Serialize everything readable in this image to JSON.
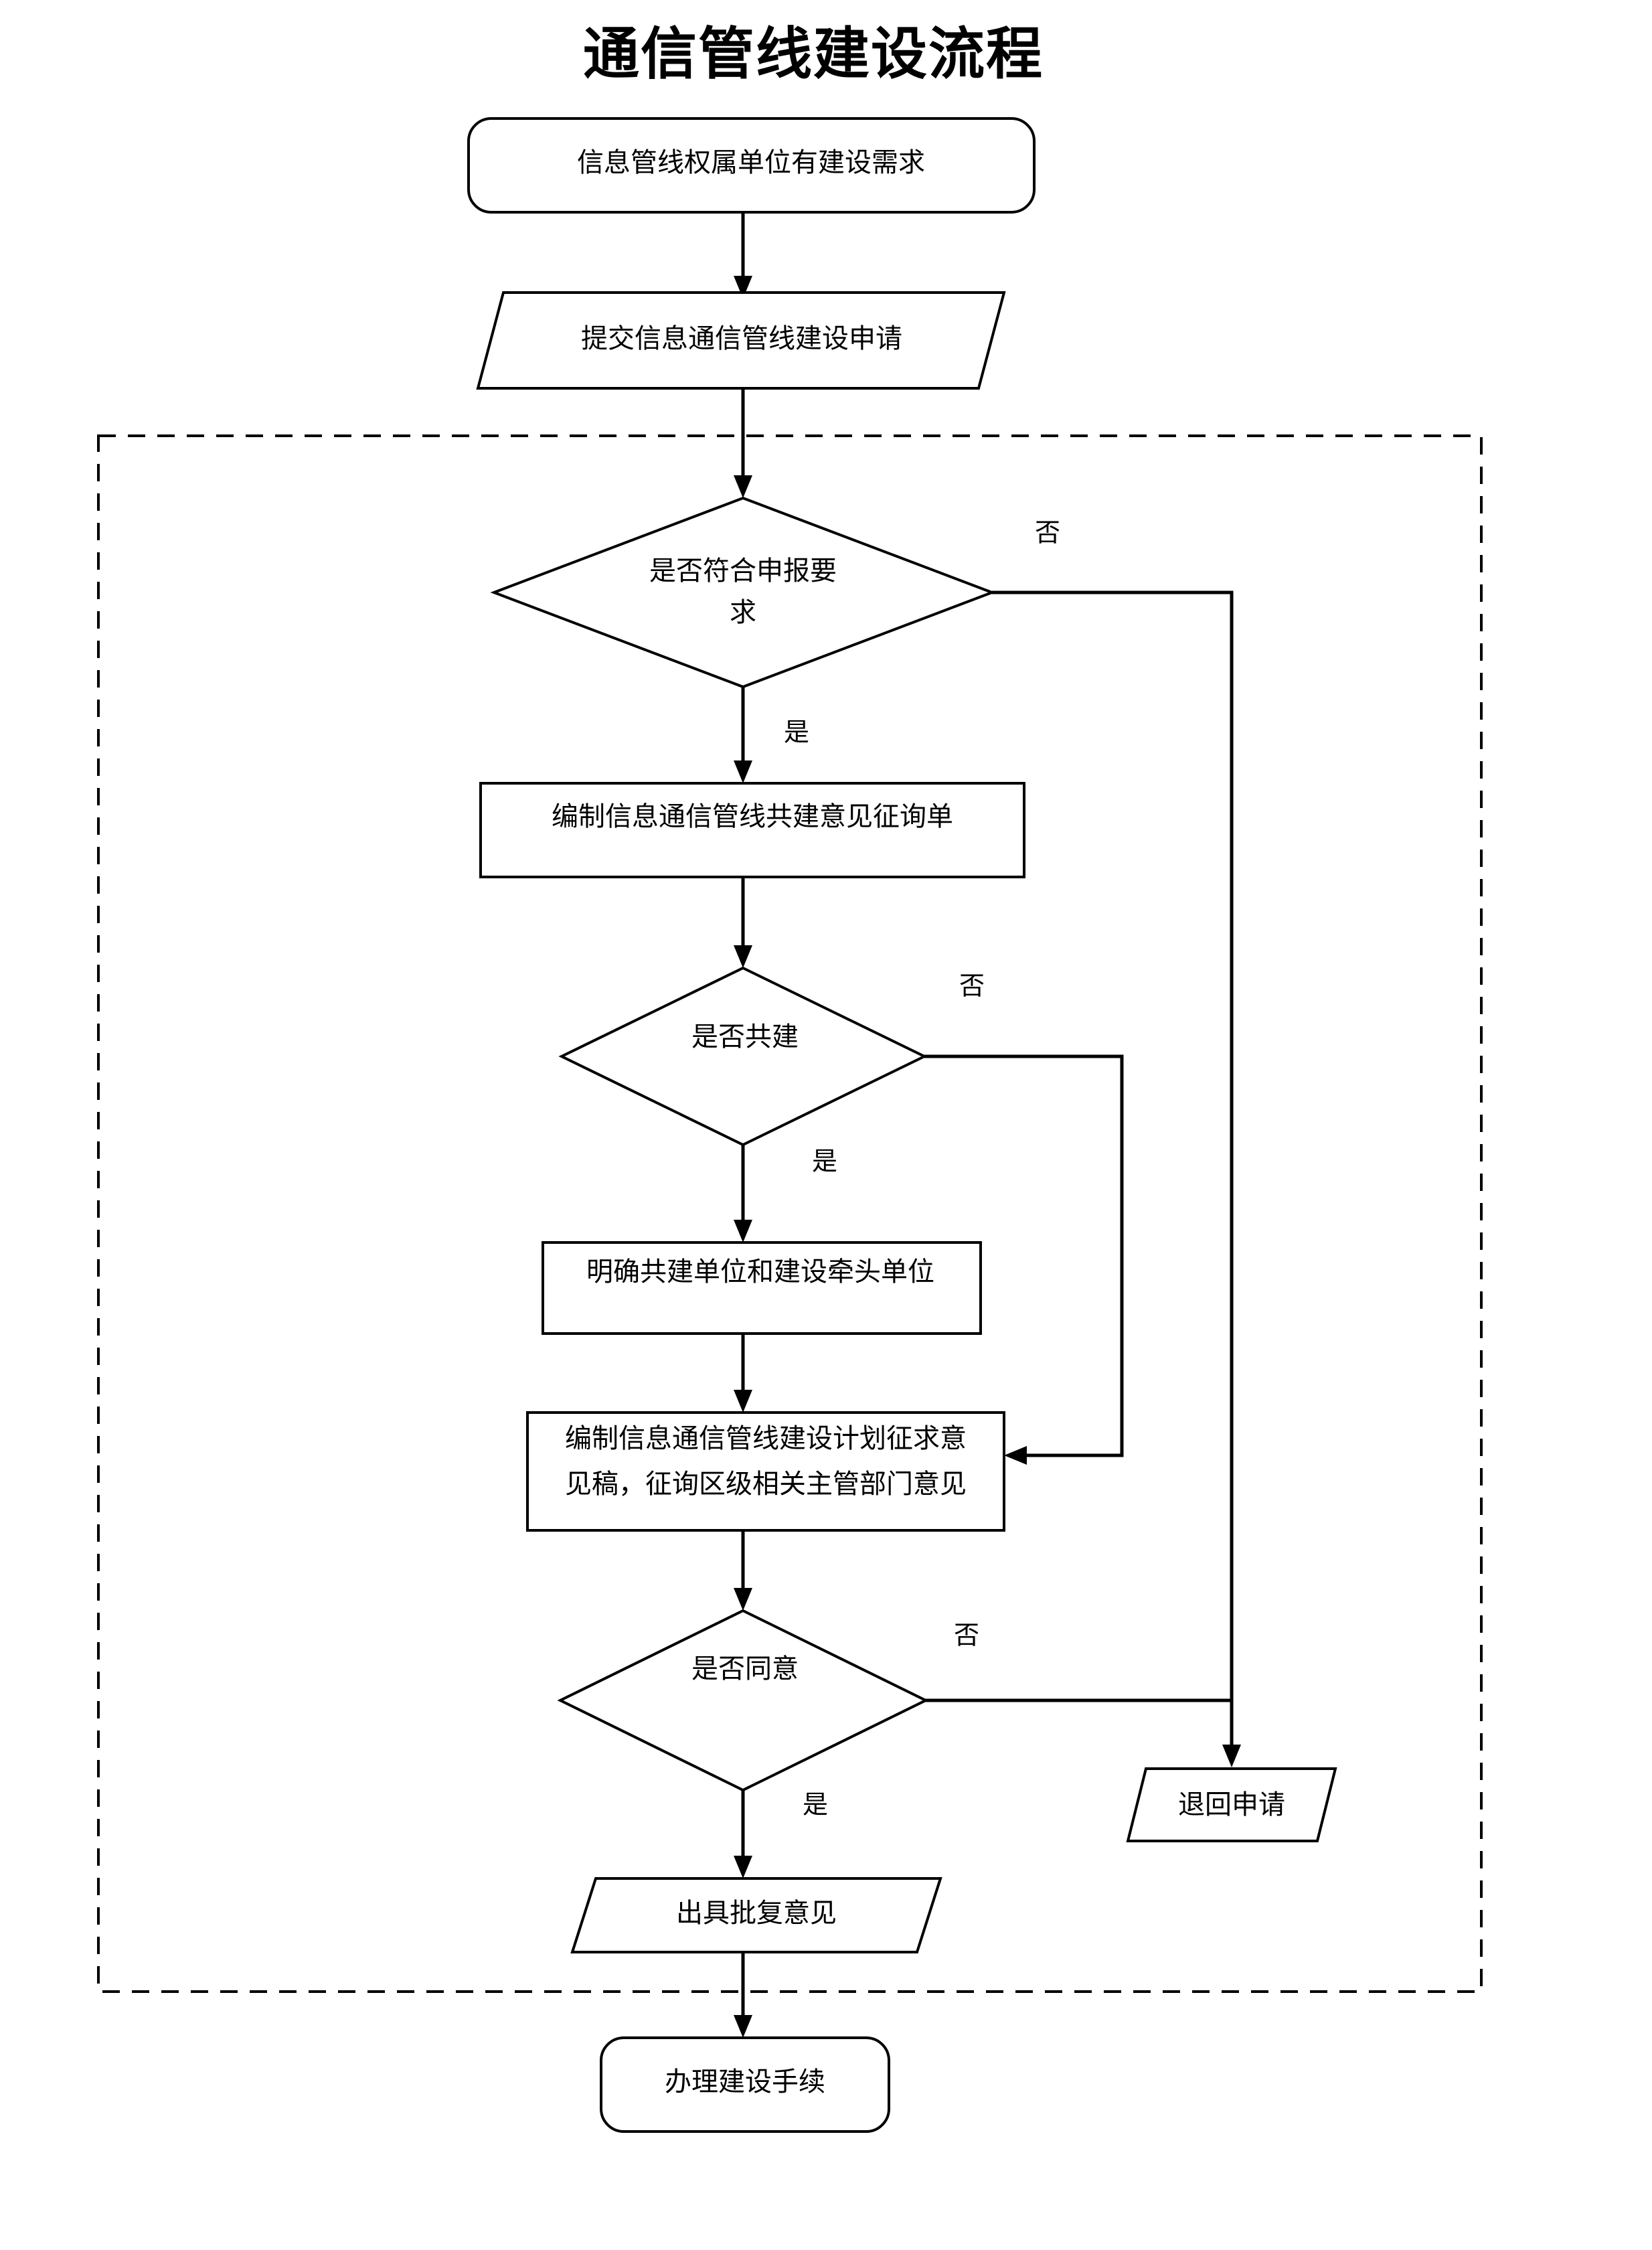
{
  "title": "通信管线建设流程",
  "nodes": {
    "start": "信息管线权属单位有建设需求",
    "submit": "提交信息通信管线建设申请",
    "check_requirements": "是否符合申报要求",
    "draft_consult_form": "编制信息通信管线共建意见征询单",
    "is_cobuild": "是否共建",
    "confirm_units": "明确共建单位和建设牵头单位",
    "draft_plan_line1": "编制信息通信管线建设计划征求意",
    "draft_plan_line2": "见稿，征询区级相关主管部门意见",
    "is_agree": "是否同意",
    "return_application": "退回申请",
    "issue_reply": "出具批复意见",
    "handle_procedures": "办理建设手续"
  },
  "edge_labels": {
    "check_no": "否",
    "check_yes": "是",
    "cobuild_no": "否",
    "cobuild_yes": "是",
    "agree_no": "否",
    "agree_yes": "是"
  },
  "colors": {
    "stroke": "#000000",
    "fill": "#ffffff",
    "text": "#000000"
  }
}
